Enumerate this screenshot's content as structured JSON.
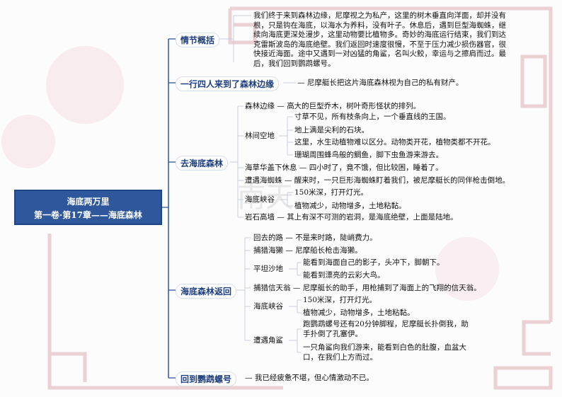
{
  "root": {
    "line1": "海底两万里",
    "line2": "第一卷·第17章——海底森林"
  },
  "branches": {
    "b1": {
      "label": "情节概括",
      "text": "我们终于来到森林边缘，尼摩视之为私产，这里的树木垂直向洋面，却并没有根，只是钩在海底，以海水为养料，没有叶子。休息后，遇到巨型海蜘蛛，继续向海底更深处漫步，这里动物要比植物多。奇妙的海底运行结束，我们到达克雷斯波岛的海底绝壁。我们返回时速度很慢，不至于压力减少损伤器官，很快接近海面。途中又遇到一对凶猛的角鲨，名叫火鲛，幸运与之擦肩而过。最后，我们回到鹦鹉螺号。"
    },
    "b2": {
      "label": "一行四人来到了森林边缘",
      "text": "尼摩艇长把这片海底森林视为自己的私有财产。"
    },
    "b3": {
      "label": "去海底森林",
      "items": [
        {
          "label": "森林边缘",
          "text": "高大的巨型乔木，树叶奇形怪状的排列。"
        },
        {
          "label": "林间空地",
          "children": [
            "寸草不见，所有枝条向上，一个垂直线的王国。",
            "地上满是尖利的石块。",
            "这里，水生动植物难以区分。动物类开花，植物类都不开花。",
            "珊瑚周围蜂鸟般的鲷鱼，脚下虫鱼游来游去。"
          ]
        },
        {
          "label": "海草华盖下休息",
          "text": "四小时了，竟不饿，但比较困，睡着了。"
        },
        {
          "label": "遭遇海蜘蛛",
          "text": "醒来时，一只巨形海蜘蛛盯着我们，被尼摩艇长的同伴枪击倒地。"
        },
        {
          "label": "海底峡谷",
          "children": [
            "150米深，打开灯光。",
            "植物减少，动物增多，土地粘黏。"
          ]
        },
        {
          "label": "岩石高墙",
          "text": "其上有深不可测的岩洞，是海底绝壁，上面是陆地。"
        }
      ]
    },
    "b4": {
      "label": "海底森林返回",
      "items": [
        {
          "label": "回去的路",
          "text": "不是来时路，陡峭费力。"
        },
        {
          "label": "捕猎海獭",
          "text": "尼摩船长枪击海獭。"
        },
        {
          "label": "平坦沙地",
          "children": [
            "能看到海面自己的影子，头冲下，脚朝下。",
            "能看到漂亮的云彩大鸟。"
          ]
        },
        {
          "label": "捕猎信天翁",
          "text": "尼摩艇长的助手，用枪捕到了海面上的飞翔的信天翁。"
        },
        {
          "label": "海底峡谷",
          "children": [
            "150米深，打开灯光。",
            "植物减少，动物增多，土地粘黏。"
          ]
        },
        {
          "label": "遭遇角鲨",
          "children": [
            "跑鹦鹉螺号还有20分钟脚程，尼摩艇长扑倒我，助手扑倒了孔塞伊。",
            "一只角鲨向我们游来，能看到白色的肚腹，血盆大口，在我们上方而过。"
          ]
        }
      ]
    },
    "b5": {
      "label": "回到鹦鹉螺号",
      "text": "我已经疲惫不堪，但心情激动不已。"
    }
  },
  "watermark": "南天",
  "colors": {
    "root": "#2e579c",
    "branch_text": "#1d3f7f",
    "line": "#2e579c",
    "frame": "#e8c9cd"
  }
}
